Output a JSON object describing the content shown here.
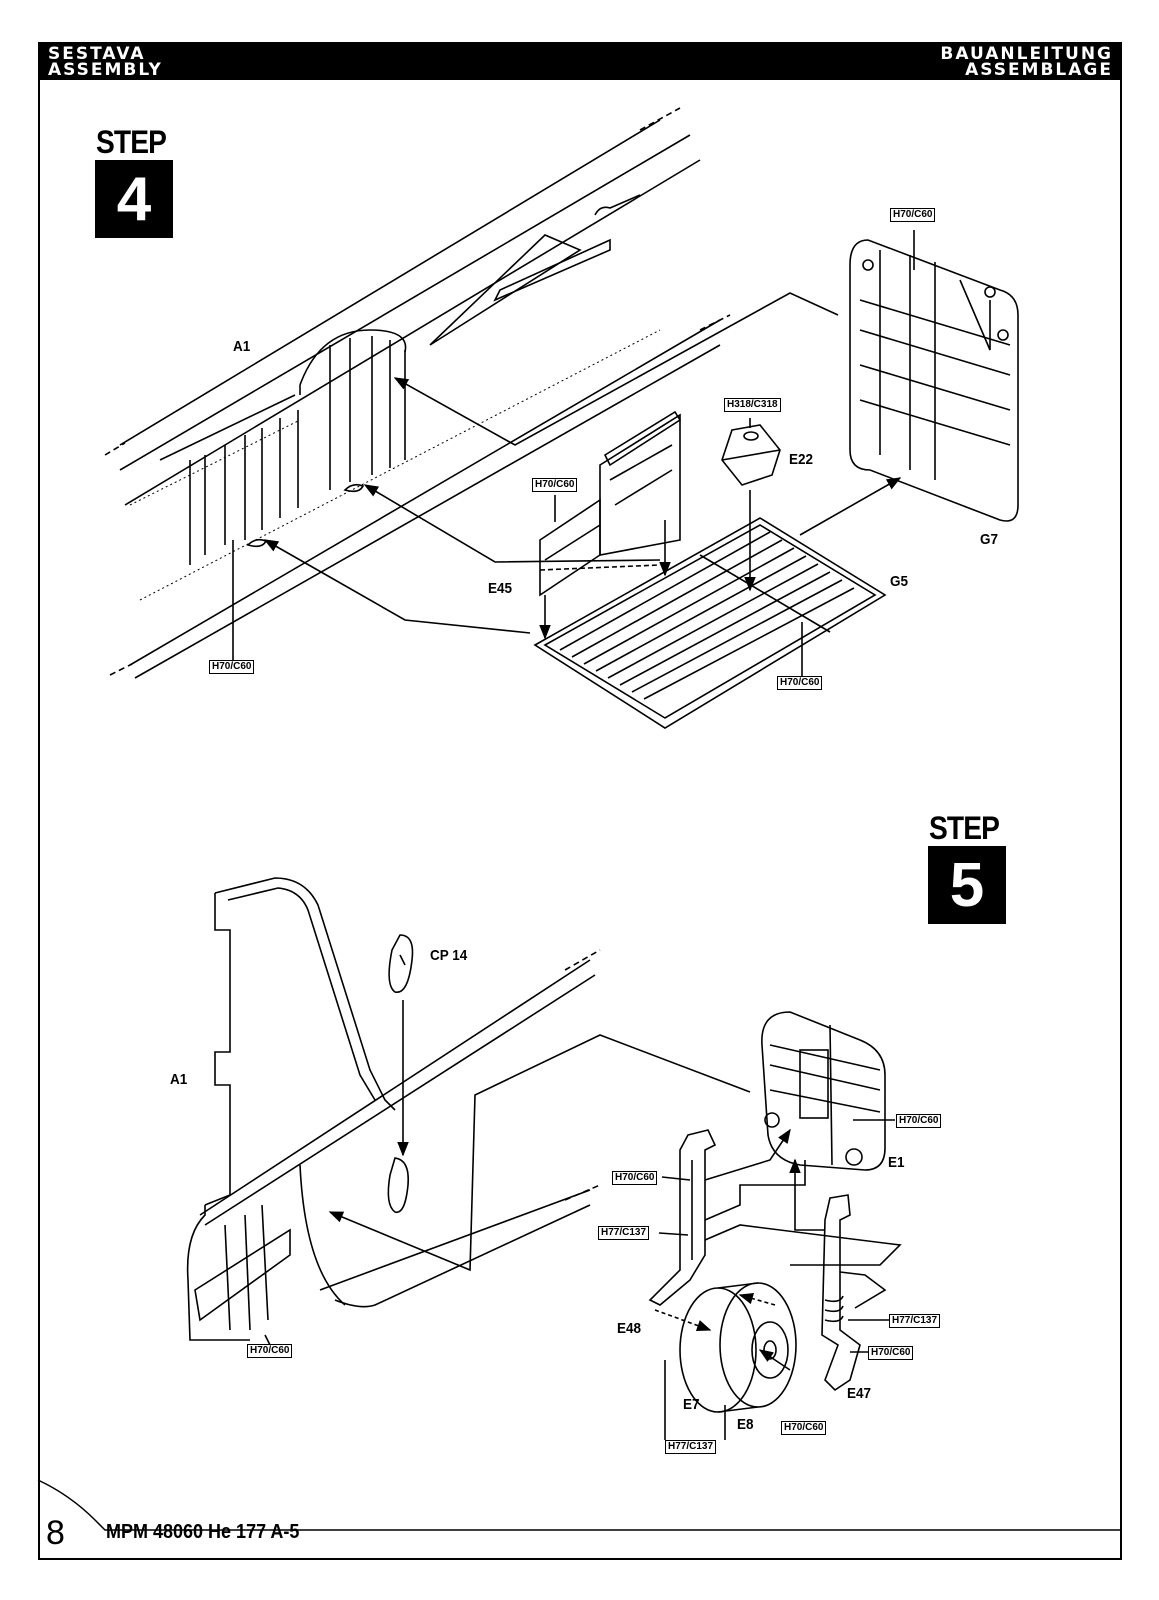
{
  "header": {
    "left_line1": "SESTAVA",
    "left_line2": "ASSEMBLY",
    "right_line1": "BAUANLEITUNG",
    "right_line2": "ASSEMBLAGE"
  },
  "step4": {
    "word": "STEP",
    "number": "4",
    "parts": {
      "a1": "A1",
      "e22": "E22",
      "e45": "E45",
      "g5": "G5",
      "g7": "G7"
    },
    "codes": {
      "g7_panel": "H70/C60",
      "e22_block": "H318/C318",
      "e45_frame": "H70/C60",
      "fuselage": "H70/C60",
      "floor": "H70/C60"
    }
  },
  "step5": {
    "word": "STEP",
    "number": "5",
    "parts": {
      "cp14": "CP 14",
      "a1": "A1",
      "e1": "E1",
      "e48": "E48",
      "e47": "E47",
      "e7": "E7",
      "e8": "E8"
    },
    "codes": {
      "e1_bulkhead": "H70/C60",
      "strut_upper": "H70/C60",
      "strut_mid": "H77/C137",
      "right_strut_mid": "H77/C137",
      "right_strut_low": "H70/C60",
      "hub": "H70/C60",
      "tire": "H77/C137",
      "fuselage": "H70/C60"
    }
  },
  "footer": {
    "page_number": "8",
    "kit_title": "MPM 48060  He 177 A-5"
  }
}
